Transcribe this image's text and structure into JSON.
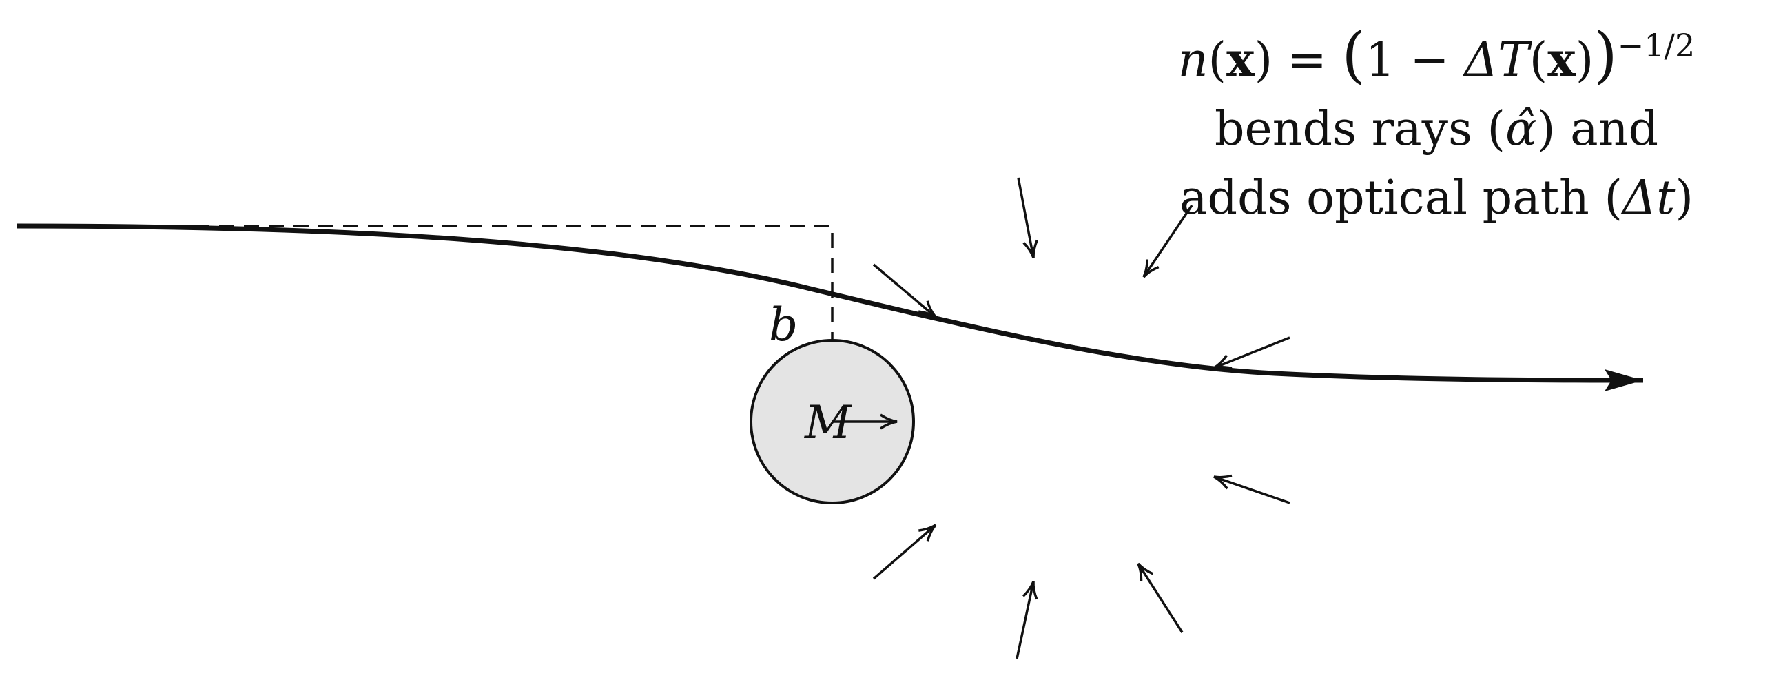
{
  "diagram": {
    "labels": {
      "impact_parameter": "b",
      "mass": "M"
    },
    "annotation": {
      "formula_lhs": "n",
      "formula_arg": "x",
      "formula_eq": "=",
      "formula_one": "1",
      "formula_minus": "−",
      "formula_delta_T": "ΔT",
      "formula_exponent": "−1/2",
      "line2_text": "bends rays (",
      "line2_symbol": "α̂",
      "line2_end": ") and",
      "line3_text": "adds optical path (",
      "line3_symbol": "Δt",
      "line3_end": ")"
    },
    "colors": {
      "ink": "#111111",
      "mass_fill": "#e4e4e4",
      "background": "#ffffff"
    }
  }
}
